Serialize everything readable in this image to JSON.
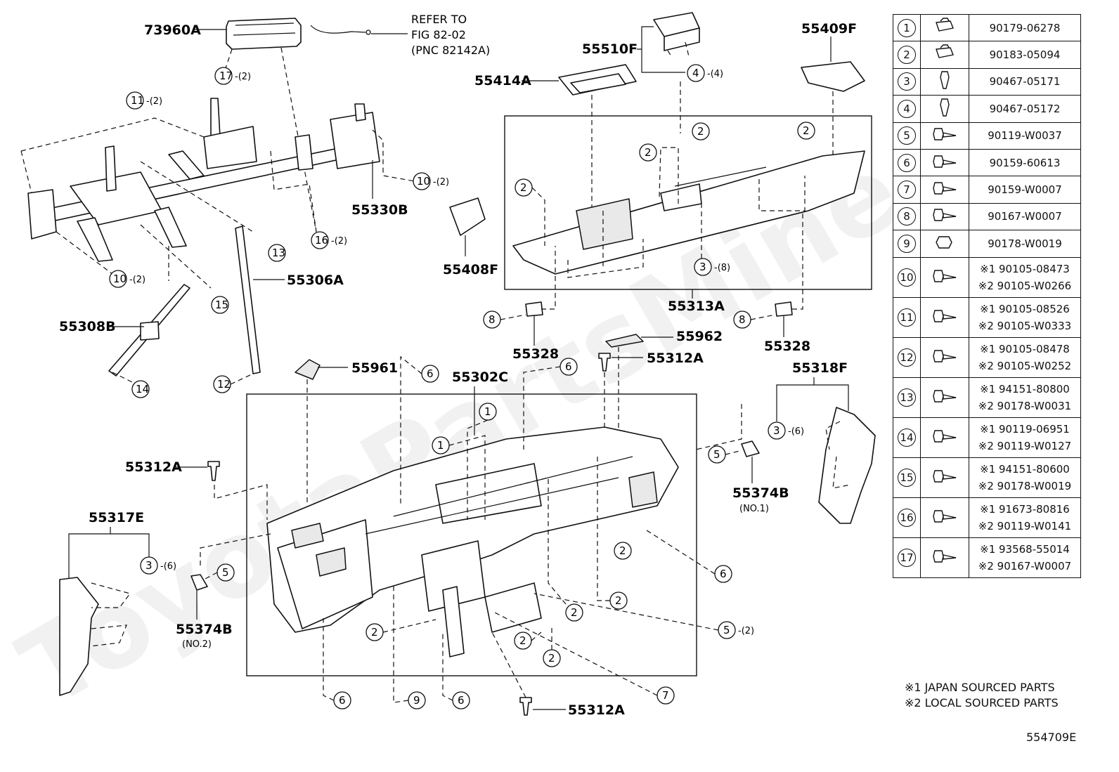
{
  "callouts": {
    "p73960A": "73960A",
    "p55510F": "55510F",
    "p55414A": "55414A",
    "p55409F": "55409F",
    "p55330B": "55330B",
    "p55408F": "55408F",
    "p55313A": "55313A",
    "p55306A": "55306A",
    "p55308B": "55308B",
    "p55328a": "55328",
    "p55328b": "55328",
    "p55962": "55962",
    "p55312A_top": "55312A",
    "p55961": "55961",
    "p55302C": "55302C",
    "p55318F": "55318F",
    "p55312A_left": "55312A",
    "p55374B_1": "55374B",
    "p55374B_1_note": "(NO.1)",
    "p55317E": "55317E",
    "p55374B_2": "55374B",
    "p55374B_2_note": "(NO.2)",
    "p55312A_bottom": "55312A"
  },
  "refer": {
    "line1": "REFER TO",
    "line2": "FIG 82-02",
    "line3": "(PNC 82142A)"
  },
  "qty": {
    "q2": "-(2)",
    "q4": "-(4)",
    "q8": "-(8)",
    "q6": "-(6)"
  },
  "legend": [
    {
      "num": "1",
      "codes": [
        "90179-06278"
      ]
    },
    {
      "num": "2",
      "codes": [
        "90183-05094"
      ]
    },
    {
      "num": "3",
      "codes": [
        "90467-05171"
      ]
    },
    {
      "num": "4",
      "codes": [
        "90467-05172"
      ]
    },
    {
      "num": "5",
      "codes": [
        "90119-W0037"
      ]
    },
    {
      "num": "6",
      "codes": [
        "90159-60613"
      ]
    },
    {
      "num": "7",
      "codes": [
        "90159-W0007"
      ]
    },
    {
      "num": "8",
      "codes": [
        "90167-W0007"
      ]
    },
    {
      "num": "9",
      "codes": [
        "90178-W0019"
      ]
    },
    {
      "num": "10",
      "codes": [
        "※1 90105-08473",
        "※2 90105-W0266"
      ]
    },
    {
      "num": "11",
      "codes": [
        "※1 90105-08526",
        "※2 90105-W0333"
      ]
    },
    {
      "num": "12",
      "codes": [
        "※1 90105-08478",
        "※2 90105-W0252"
      ]
    },
    {
      "num": "13",
      "codes": [
        "※1 94151-80800",
        "※2 90178-W0031"
      ]
    },
    {
      "num": "14",
      "codes": [
        "※1 90119-06951",
        "※2 90119-W0127"
      ]
    },
    {
      "num": "15",
      "codes": [
        "※1 94151-80600",
        "※2 90178-W0019"
      ]
    },
    {
      "num": "16",
      "codes": [
        "※1 91673-80816",
        "※2 90119-W0141"
      ]
    },
    {
      "num": "17",
      "codes": [
        "※1 93568-55014",
        "※2 90167-W0007"
      ]
    }
  ],
  "notes": {
    "japan": "※1 JAPAN SOURCED PARTS",
    "local": "※2 LOCAL SOURCED PARTS"
  },
  "image_id": "554709E",
  "watermark": "ToyotaPartsMine"
}
